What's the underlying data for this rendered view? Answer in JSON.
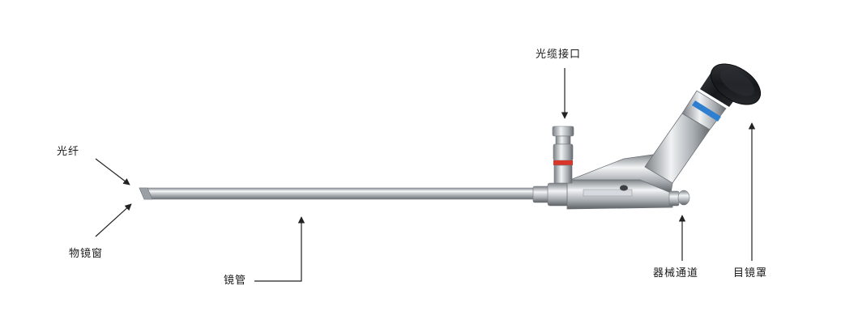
{
  "labels": {
    "fiber": "光纤",
    "objective_window": "物镜窗",
    "scope_tube": "镜管",
    "light_cable_port": "光缆接口",
    "instrument_channel": "器械通道",
    "eyepiece_cup": "目镜罩"
  },
  "colors": {
    "background": "#ffffff",
    "metal": "#b9bec3",
    "eyepiece_cup": "#1e2024",
    "light_port_ring": "#d9362b",
    "eyepiece_ring": "#2f7fd1",
    "arrow": "#222222"
  }
}
